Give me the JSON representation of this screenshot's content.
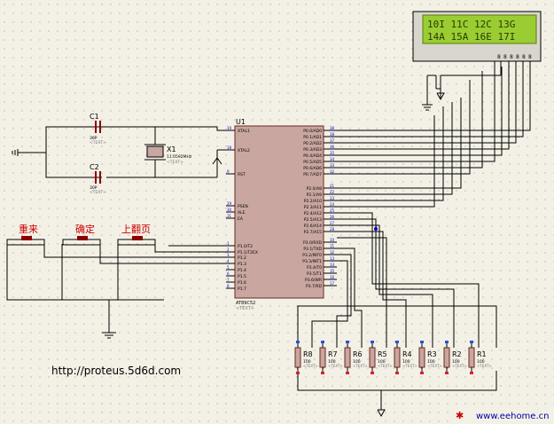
{
  "lcd": {
    "line1": "10I 11C 12C 13G",
    "line2": "14A 15A 16E 17I",
    "pin_labels": [
      "8",
      "8",
      "8",
      "8",
      "8",
      "8"
    ]
  },
  "mcu": {
    "ref": "U1",
    "part": "AT89C52",
    "text_tag": "<TEXT>",
    "left_pins": [
      "XTAL1",
      "XTAL2",
      "RST",
      "PSEN",
      "ALE",
      "EA",
      "P1.0/T2",
      "P1.1/T2EX",
      "P1.2",
      "P1.3",
      "P1.4",
      "P1.5",
      "P1.6",
      "P1.7"
    ],
    "left_nums": [
      "19",
      "18",
      "9",
      "29",
      "30",
      "31",
      "1",
      "2",
      "3",
      "4",
      "5",
      "6",
      "7",
      "8"
    ],
    "right_pins": [
      "P0.0/AD0",
      "P0.1/AD1",
      "P0.2/AD2",
      "P0.3/AD3",
      "P0.4/AD4",
      "P0.5/AD5",
      "P0.6/AD6",
      "P0.7/AD7",
      "P2.0/A8",
      "P2.1/A9",
      "P2.2/A10",
      "P2.3/A11",
      "P2.4/A12",
      "P2.5/A13",
      "P2.6/A14",
      "P2.7/A15",
      "P3.0/RXD",
      "P3.1/TXD",
      "P3.2/INT0",
      "P3.3/INT1",
      "P3.4/T0",
      "P3.5/T1",
      "P3.6/WR",
      "P3.7/RD"
    ],
    "right_nums": [
      "39",
      "38",
      "37",
      "36",
      "35",
      "34",
      "33",
      "32",
      "21",
      "22",
      "23",
      "24",
      "25",
      "26",
      "27",
      "28",
      "10",
      "11",
      "12",
      "13",
      "14",
      "15",
      "16",
      "17"
    ]
  },
  "capacitors": [
    {
      "ref": "C1",
      "value": "30P",
      "text": "<TEXT>"
    },
    {
      "ref": "C2",
      "value": "30P",
      "text": "<TEXT>"
    }
  ],
  "crystal": {
    "ref": "X1",
    "value": "11.0592MHz",
    "text": "<TEXT>"
  },
  "buttons": [
    {
      "label": "重来"
    },
    {
      "label": "确定"
    },
    {
      "label": "上翻页"
    }
  ],
  "resistors": [
    {
      "ref": "R8",
      "value": "100"
    },
    {
      "ref": "R7",
      "value": "100"
    },
    {
      "ref": "R6",
      "value": "100"
    },
    {
      "ref": "R5",
      "value": "100"
    },
    {
      "ref": "R4",
      "value": "100"
    },
    {
      "ref": "R3",
      "value": "100"
    },
    {
      "ref": "R2",
      "value": "100"
    },
    {
      "ref": "R1",
      "value": "100"
    }
  ],
  "resistor_text": "<TEXT>",
  "watermark_left": "http://proteus.5d6d.com",
  "watermark_right": "www.eehome.cn",
  "colors": {
    "wire": "#000000",
    "component": "#8b0000",
    "mcu_fill": "#c9a6a0",
    "lcd_green": "#9acd32",
    "label_red": "#cc0000",
    "pin_blue": "#0000cc"
  }
}
